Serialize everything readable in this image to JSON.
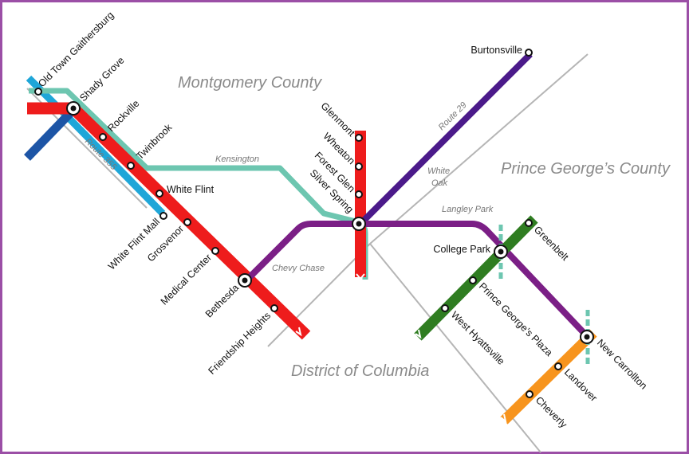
{
  "regions": {
    "montgomery": "Montgomery County",
    "prince_georges": "Prince George’s County",
    "dc": "District of Columbia"
  },
  "road_labels": {
    "route355": "Route 355",
    "route29": "Route 29",
    "kensington": "Kensington",
    "white": "White",
    "oak": "Oak",
    "langley_park": "Langley Park",
    "chevy_chase": "Chevy Chase"
  },
  "stations": {
    "old_town_gaithersburg": "Old Town Gaithersburg",
    "shady_grove": "Shady Grove",
    "rockville": "Rockville",
    "twinbrook": "Twinbrook",
    "white_flint": "White Flint",
    "white_flint_mall": "White Flint Mall",
    "grosvenor": "Grosvenor",
    "medical_center": "Medical Center",
    "bethesda": "Bethesda",
    "friendship_heights": "Friendship Heights",
    "glenmont": "Glenmont",
    "wheaton": "Wheaton",
    "forest_glen": "Forest Glen",
    "silver_spring": "Silver Spring",
    "burtonsville": "Burtonsville",
    "college_park": "College Park",
    "greenbelt": "Greenbelt",
    "prince_georges_plaza": "Prince George’s Plaza",
    "west_hyattsville": "West Hyattsville",
    "new_carrollton": "New Carrollton",
    "landover": "Landover",
    "cheverly": "Cheverly"
  },
  "line_colors": {
    "red": "#ee1c1c",
    "green": "#2f7d21",
    "orange": "#f7941d",
    "purple_line": "#7b1f86",
    "indigo": "#4b1a8a",
    "teal": "#6dc6b0",
    "blue": "#1fa6d8",
    "navy": "#1d55a6",
    "roads": "#b5b5b5"
  }
}
